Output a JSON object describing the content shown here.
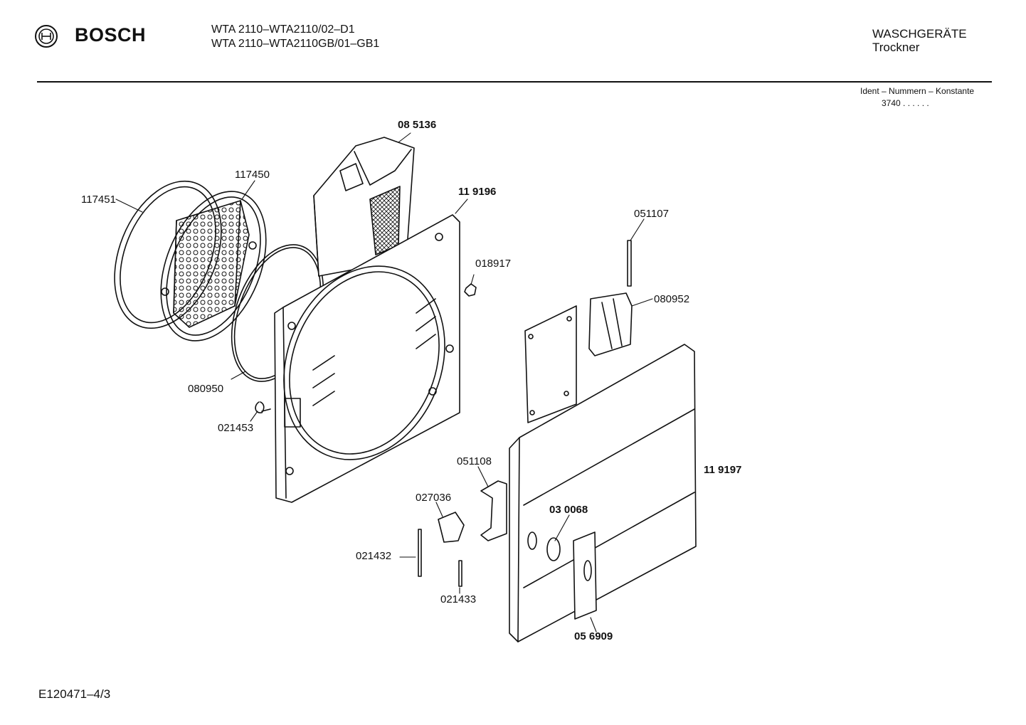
{
  "header": {
    "brand": "BOSCH",
    "model_lines": [
      "WTA 2110–WTA2110/02–D1",
      "WTA 2110–WTA2110GB/01–GB1"
    ],
    "category": "WASCHGERÄTE",
    "subcategory": "Trockner",
    "ident_label": "Ident – Nummern – Konstante",
    "ident_value": "3740  .  .    .  .  .  ."
  },
  "parts": [
    {
      "id": "117451",
      "bold": false
    },
    {
      "id": "117450",
      "bold": false
    },
    {
      "id": "08 5136",
      "bold": true
    },
    {
      "id": "11 9196",
      "bold": true
    },
    {
      "id": "051107",
      "bold": false
    },
    {
      "id": "018917",
      "bold": false
    },
    {
      "id": "080952",
      "bold": false
    },
    {
      "id": "080950",
      "bold": false
    },
    {
      "id": "021453",
      "bold": false
    },
    {
      "id": "11 9197",
      "bold": true
    },
    {
      "id": "051108",
      "bold": false
    },
    {
      "id": "027036",
      "bold": false
    },
    {
      "id": "03 0068",
      "bold": true
    },
    {
      "id": "021432",
      "bold": false
    },
    {
      "id": "021433",
      "bold": false
    },
    {
      "id": "05 6909",
      "bold": true
    }
  ],
  "footer": {
    "doc_number": "E120471–4/3"
  }
}
